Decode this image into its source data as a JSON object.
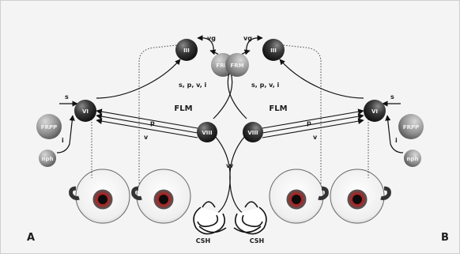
{
  "panels": [
    {
      "letter": "A",
      "nucleus_iii": "III",
      "nucleus_vi": "VI",
      "nucleus_viii": "VIII",
      "frm": "FRM",
      "frpp": "FRPP",
      "nph": "nph",
      "flm": "FLM",
      "csh": "CSH",
      "label_vg": "vg",
      "label_s": "s",
      "label_i": "i",
      "label_spvi": "s, p, v, i",
      "label_p": "p",
      "label_v_left": "v",
      "label_v_right": "v"
    },
    {
      "letter": "B",
      "nucleus_iii": "III",
      "nucleus_vi": "VI",
      "nucleus_viii": "VIII",
      "frm": "FRM",
      "frpp": "FRPP",
      "nph": "nph",
      "flm": "FLM",
      "csh": "CSH",
      "label_vg": "vg",
      "label_s": "s",
      "label_i": "i",
      "label_spvi": "s, p, v, i",
      "label_p": "p",
      "label_v_left": "v",
      "label_v_right": "v"
    }
  ]
}
